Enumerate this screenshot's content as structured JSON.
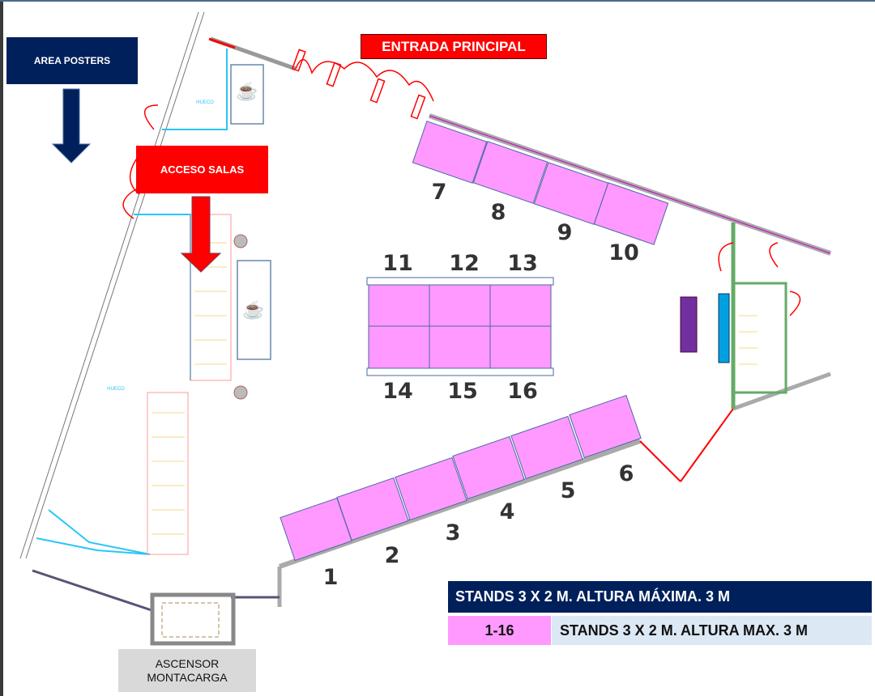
{
  "labels": {
    "area_posters": "AREA POSTERS",
    "entrada_principal": "ENTRADA PRINCIPAL",
    "acceso_salas": "ACCESO SALAS",
    "ascensor_line1": "ASCENSOR",
    "ascensor_line2": "MONTACARGA",
    "hueco": "HUECO"
  },
  "stands": [
    "1",
    "2",
    "3",
    "4",
    "5",
    "6",
    "7",
    "8",
    "9",
    "10",
    "11",
    "12",
    "13",
    "14",
    "15",
    "16"
  ],
  "legend": {
    "title": "STANDS 3 X 2 M.  ALTURA MÁXIMA. 3 M",
    "range": "1-16",
    "description": "STANDS 3 X 2 M. ALTURA MAX. 3 M"
  },
  "colors": {
    "navy": "#00205b",
    "red": "#ff0000",
    "stand": "#ff99ff",
    "legend_desc": "#dde8f5",
    "ascensor": "#d9d9d9"
  }
}
